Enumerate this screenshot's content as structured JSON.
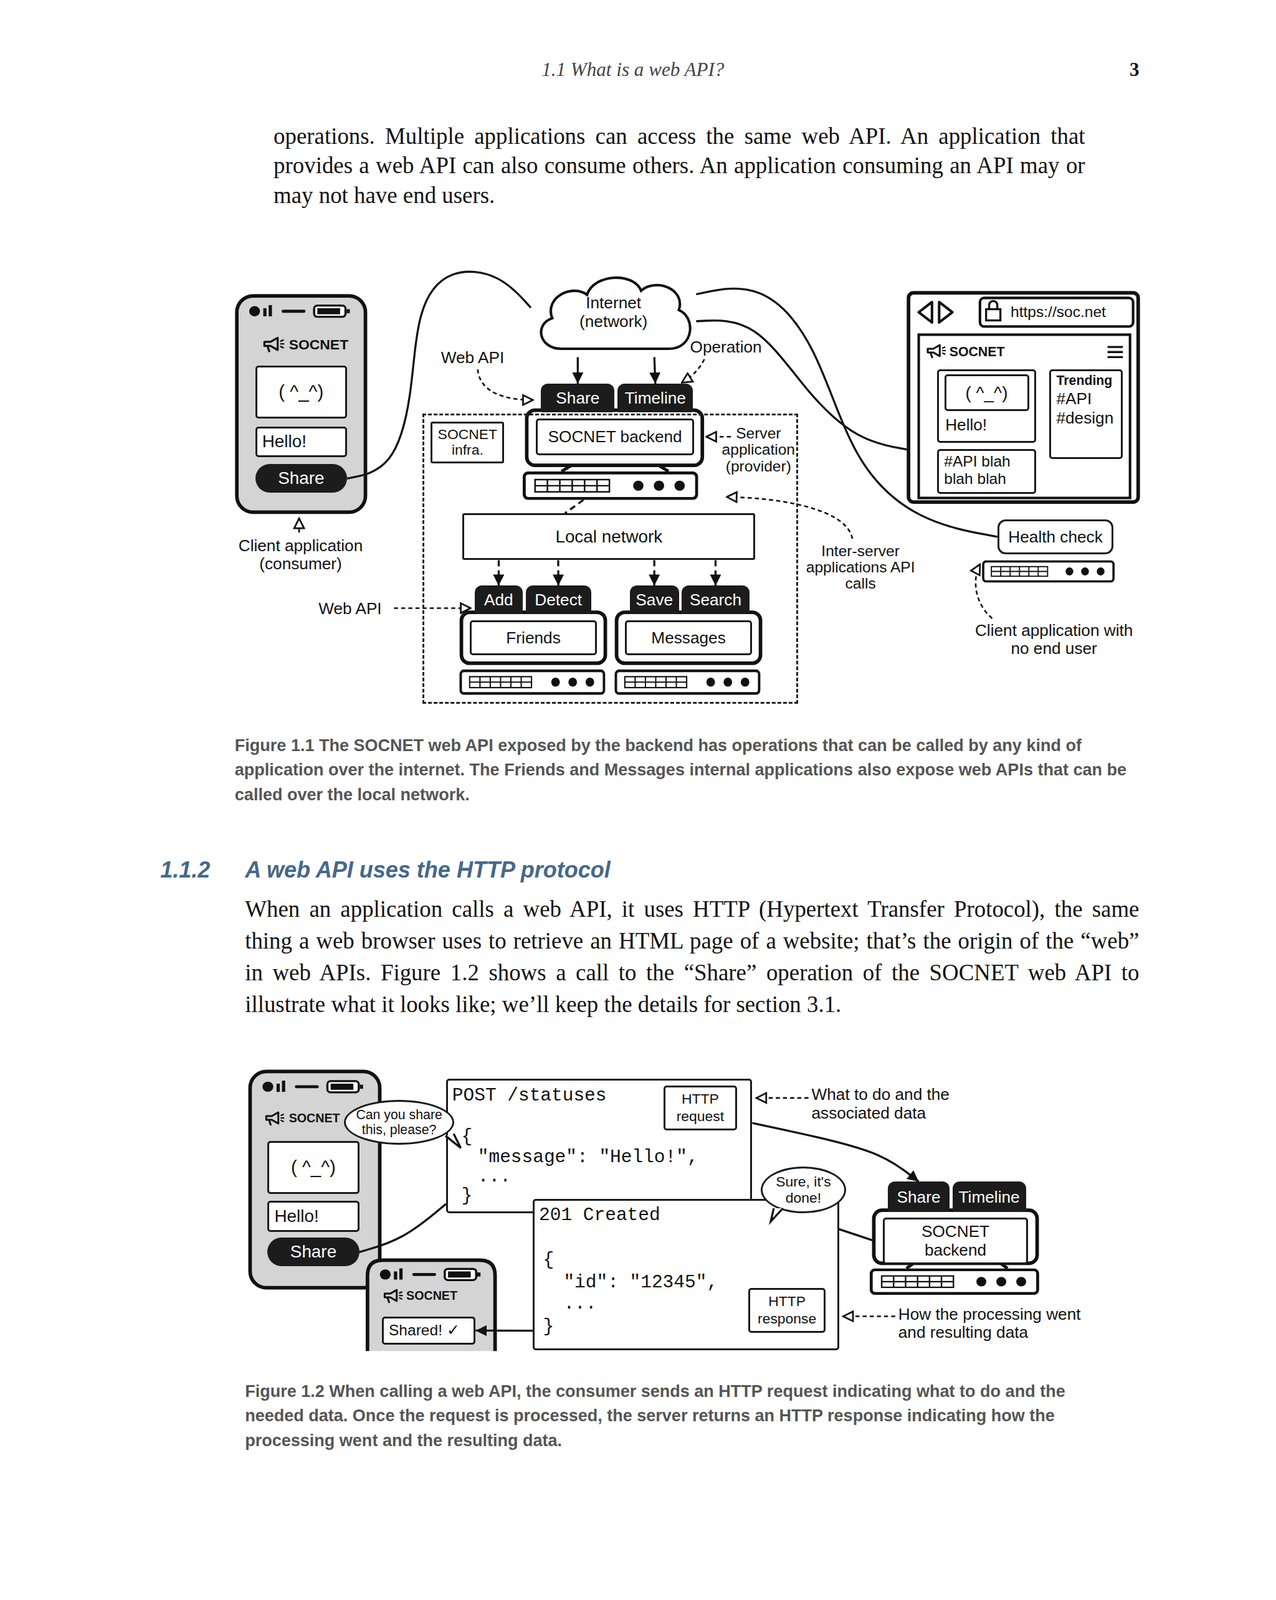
{
  "diagram": {
    "nodes": [
      {
        "text": [
          "SOCNET"
        ]
      },
      {
        "text": [
          "( ^_^)"
        ],
        "in": 0
      },
      {
        "text": [
          "Hello!"
        ],
        "in": 0
      },
      {
        "text": [
          "Share"
        ],
        "in": 0
      },
      {
        "text": [
          "Internet (network)"
        ]
      },
      {
        "text": [
          "SOCNET infra."
        ]
      },
      {
        "text": [
          "SOCNET backend"
        ],
        "in": 5
      },
      {
        "text": [
          "Share"
        ],
        "in": 6
      },
      {
        "text": [
          "Timeline"
        ],
        "in": 6
      },
      {
        "text": [
          "Local network"
        ],
        "in": 5
      },
      {
        "text": [
          "Friends"
        ],
        "in": 5
      },
      {
        "text": [
          "Add"
        ],
        "in": 10
      },
      {
        "text": [
          "Detect"
        ],
        "in": 10
      },
      {
        "text": [
          "Messages"
        ],
        "in": 5
      },
      {
        "text": [
          "Save"
        ],
        "in": 13
      },
      {
        "text": [
          "Search"
        ],
        "in": 13
      },
      {
        "text": [
          "https://soc.net",
          "SOCNET"
        ]
      },
      {
        "text": [
          "Hello!"
        ],
        "in": 16
      },
      {
        "text": [
          "( ^_^)"
        ],
        "in": 17
      },
      {
        "text": [
          "#API blah blah blah"
        ],
        "in": 16
      },
      {
        "text": [
          "Trending",
          "#API #design"
        ],
        "in": 16
      },
      {
        "text": [
          "Health check"
        ]
      },
      {
        "text": [
          "SOCNET"
        ]
      },
      {
        "text": [
          "( ^_^)"
        ],
        "in": 22
      },
      {
        "text": [
          "Hello!"
        ],
        "in": 22
      },
      {
        "text": [
          "Share"
        ],
        "in": 22
      },
      {
        "text": [
          "POST /statuses",
          "{",
          "\"message\": \"Hello!\",",
          "...",
          "}"
        ]
      },
      {
        "text": [
          "HTTP request"
        ],
        "in": 26
      },
      {
        "text": [
          "Can you share this, please?"
        ]
      },
      {
        "text": [
          "201 Created",
          "{",
          "\"id\": \"12345\",",
          "...",
          "}"
        ]
      },
      {
        "text": [
          "HTTP response"
        ],
        "in": 29
      },
      {
        "text": [
          "Sure, it's done!"
        ]
      },
      {
        "text": [
          "SOCNET backend"
        ]
      },
      {
        "text": [
          "Share"
        ],
        "in": 32
      },
      {
        "text": [
          "Timeline"
        ],
        "in": 32
      },
      {
        "text": [
          "SOCNET"
        ]
      },
      {
        "text": [
          "Shared! ✓"
        ],
        "in": 35
      }
    ],
    "edges": [
      {
        "from": 3,
        "to": 4,
        "arrow": "none"
      },
      {
        "from": 4,
        "to": 7,
        "arrow": "to"
      },
      {
        "from": 4,
        "to": 8,
        "arrow": "to"
      },
      {
        "from": 4,
        "to": 16,
        "arrow": "none"
      },
      {
        "from": 4,
        "to": 21,
        "arrow": "none"
      },
      {
        "from": 6,
        "to": 9,
        "arrow": "none"
      },
      {
        "from": 9,
        "to": 11,
        "arrow": "to"
      },
      {
        "from": 9,
        "to": 12,
        "arrow": "to"
      },
      {
        "from": 9,
        "to": 14,
        "arrow": "to"
      },
      {
        "from": 9,
        "to": 15,
        "arrow": "to"
      },
      {
        "from": 25,
        "to": 26,
        "arrow": "none"
      },
      {
        "from": 26,
        "to": 33,
        "arrow": "to"
      },
      {
        "from": 32,
        "to": 29,
        "arrow": "none"
      },
      {
        "from": 29,
        "to": 36,
        "arrow": "to"
      }
    ],
    "labels": [
      "1.1 What is a web API?",
      "3",
      "operations. Multiple applications can access the same web API. An application that provides a web API can also consume others. An application consuming an API may or may not have end users.",
      "Web API",
      "Operation",
      "Server application (provider)",
      "Client application (consumer)",
      "Inter-server applications API calls",
      "Web API",
      "Client application with no end user",
      "Figure 1.1 The SOCNET web API exposed by the backend has operations that can be called by any kind of application over the internet. The Friends and Messages internal applications also expose web APIs that can be called over the local network.",
      "1.1.2",
      "A web API uses the HTTP protocol",
      "When an application calls a web API, it uses HTTP (Hypertext Transfer Protocol), the same thing a web browser uses to retrieve an HTML page of a website; that’s the origin of the “web” in web APIs. Figure 1.2 shows a call to the “Share” operation of the SOCNET web API to illustrate what it looks like; we’ll keep the details for section 3.1.",
      "What to do and the associated data",
      "How the processing went and resulting data",
      "Figure 1.2 When calling a web API, the consumer sends an HTTP request indicating what to do and the needed data. Once the request is processed, the server returns an HTTP response indicating how the processing went and the resulting data."
    ]
  }
}
